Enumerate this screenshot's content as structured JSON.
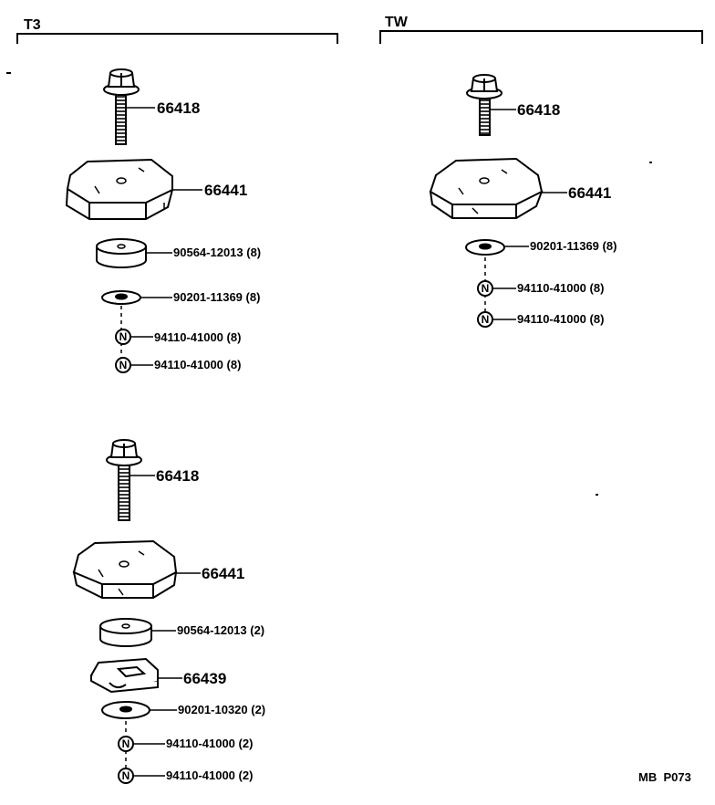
{
  "sections": [
    {
      "id": "t3",
      "title": "T3"
    },
    {
      "id": "tw",
      "title": "TW"
    }
  ],
  "t3_upper": {
    "bolt": "66418",
    "cushion": "66441",
    "collar": "90564-12013 (8)",
    "washer": "90201-11369 (8)",
    "nut1": "94110-41000 (8)",
    "nut2": "94110-41000 (8)"
  },
  "tw": {
    "bolt": "66418",
    "cushion": "66441",
    "washer": "90201-11369 (8)",
    "nut1": "94110-41000 (8)",
    "nut2": "94110-41000 (8)"
  },
  "t3_lower": {
    "bolt": "66418",
    "cushion": "66441",
    "collar": "90564-12013 (2)",
    "bracket": "66439",
    "washer": "90201-10320 (2)",
    "nut1": "94110-41000 (2)",
    "nut2": "94110-41000 (2)"
  },
  "nut_symbol": "N",
  "diagram_code": "MB  P073"
}
